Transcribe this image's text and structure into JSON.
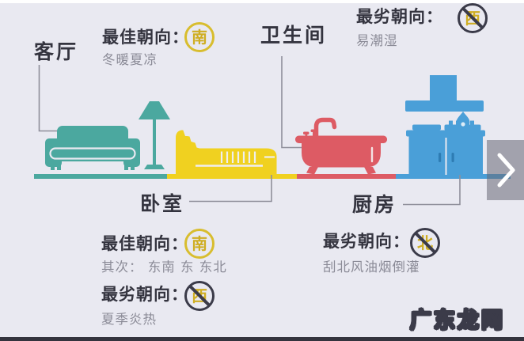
{
  "palette": {
    "background": "#e9e9f1",
    "teal": "#4ba89f",
    "yellow": "#f0d120",
    "red": "#dd5b64",
    "blue": "#4a9fd8",
    "text_dark": "#34343f",
    "text_gray": "#8b8b97",
    "badge_good_ring": "#d8bd2e",
    "badge_bad_ring": "#3b3b49",
    "direction_char": "#cfae23",
    "bottom_strip": "#34343e"
  },
  "rooms": {
    "living_room": {
      "name": "客厅",
      "best_label": "最佳朝向：",
      "best_direction": "南",
      "best_note": "冬暖夏凉"
    },
    "bathroom": {
      "name": "卫生间",
      "worst_label": "最劣朝向：",
      "worst_direction": "西",
      "worst_note": "易潮湿"
    },
    "bedroom": {
      "name": "卧室",
      "best_label": "最佳朝向：",
      "best_direction": "南",
      "secondary_note": "其次： 东南 东 东北",
      "worst_label": "最劣朝向：",
      "worst_direction": "西",
      "worst_note": "夏季炎热"
    },
    "kitchen": {
      "name": "厨房",
      "worst_label": "最劣朝向：",
      "worst_direction": "北",
      "worst_note": "刮北风油烟倒灌"
    }
  },
  "watermark": {
    "text": "广东龙网"
  },
  "carousel": {
    "next_icon_name": "chevron-right"
  }
}
